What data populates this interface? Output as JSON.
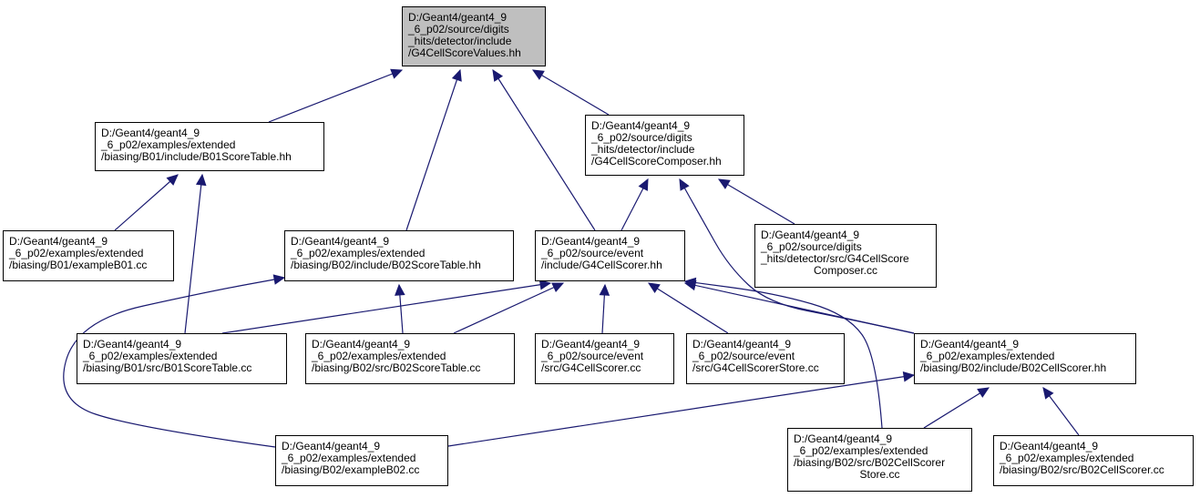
{
  "colors": {
    "edge": "#191970",
    "root_fill": "#bfbfbf",
    "node_fill": "#ffffff",
    "border": "#000000"
  },
  "nodes": {
    "root": [
      "D:/Geant4/geant4_9",
      "_6_p02/source/digits",
      "_hits/detector/include",
      "/G4CellScoreValues.hh"
    ],
    "b01_score_table_hh": [
      "D:/Geant4/geant4_9",
      "_6_p02/examples/extended",
      "/biasing/B01/include/B01ScoreTable.hh"
    ],
    "g4_cell_score_composer_hh": [
      "D:/Geant4/geant4_9",
      "_6_p02/source/digits",
      "_hits/detector/include",
      "/G4CellScoreComposer.hh"
    ],
    "example_b01_cc": [
      "D:/Geant4/geant4_9",
      "_6_p02/examples/extended",
      "/biasing/B01/exampleB01.cc"
    ],
    "b02_score_table_hh": [
      "D:/Geant4/geant4_9",
      "_6_p02/examples/extended",
      "/biasing/B02/include/B02ScoreTable.hh"
    ],
    "g4_cell_scorer_hh": [
      "D:/Geant4/geant4_9",
      "_6_p02/source/event",
      "/include/G4CellScorer.hh"
    ],
    "g4_cell_score_composer_cc": [
      "D:/Geant4/geant4_9",
      "_6_p02/source/digits",
      "_hits/detector/src/G4CellScore",
      "Composer.cc"
    ],
    "b01_score_table_cc": [
      "D:/Geant4/geant4_9",
      "_6_p02/examples/extended",
      "/biasing/B01/src/B01ScoreTable.cc"
    ],
    "b02_score_table_cc": [
      "D:/Geant4/geant4_9",
      "_6_p02/examples/extended",
      "/biasing/B02/src/B02ScoreTable.cc"
    ],
    "g4_cell_scorer_cc": [
      "D:/Geant4/geant4_9",
      "_6_p02/source/event",
      "/src/G4CellScorer.cc"
    ],
    "g4_cell_scorer_store_cc": [
      "D:/Geant4/geant4_9",
      "_6_p02/source/event",
      "/src/G4CellScorerStore.cc"
    ],
    "b02_cell_scorer_hh": [
      "D:/Geant4/geant4_9",
      "_6_p02/examples/extended",
      "/biasing/B02/include/B02CellScorer.hh"
    ],
    "example_b02_cc": [
      "D:/Geant4/geant4_9",
      "_6_p02/examples/extended",
      "/biasing/B02/exampleB02.cc"
    ],
    "b02_cell_scorer_store_cc": [
      "D:/Geant4/geant4_9",
      "_6_p02/examples/extended",
      "/biasing/B02/src/B02CellScorer",
      "Store.cc"
    ],
    "b02_cell_scorer_cc": [
      "D:/Geant4/geant4_9",
      "_6_p02/examples/extended",
      "/biasing/B02/src/B02CellScorer.cc"
    ]
  },
  "edges": [
    {
      "from": "b01_score_table_hh",
      "to": "root"
    },
    {
      "from": "b02_score_table_hh",
      "to": "root"
    },
    {
      "from": "g4_cell_scorer_hh",
      "to": "root"
    },
    {
      "from": "g4_cell_score_composer_hh",
      "to": "root"
    },
    {
      "from": "example_b01_cc",
      "to": "b01_score_table_hh"
    },
    {
      "from": "b01_score_table_cc",
      "to": "b01_score_table_hh"
    },
    {
      "from": "g4_cell_scorer_hh",
      "to": "g4_cell_score_composer_hh"
    },
    {
      "from": "b02_cell_scorer_hh",
      "to": "g4_cell_score_composer_hh"
    },
    {
      "from": "g4_cell_score_composer_cc",
      "to": "g4_cell_score_composer_hh"
    },
    {
      "from": "example_b02_cc",
      "to": "b02_score_table_hh"
    },
    {
      "from": "b02_score_table_cc",
      "to": "b02_score_table_hh"
    },
    {
      "from": "b01_score_table_cc",
      "to": "g4_cell_scorer_hh"
    },
    {
      "from": "b02_score_table_cc",
      "to": "g4_cell_scorer_hh"
    },
    {
      "from": "g4_cell_scorer_cc",
      "to": "g4_cell_scorer_hh"
    },
    {
      "from": "g4_cell_scorer_store_cc",
      "to": "g4_cell_scorer_hh"
    },
    {
      "from": "b02_cell_scorer_hh",
      "to": "g4_cell_scorer_hh"
    },
    {
      "from": "b02_cell_scorer_store_cc",
      "to": "g4_cell_scorer_hh"
    },
    {
      "from": "example_b02_cc",
      "to": "b02_cell_scorer_hh"
    },
    {
      "from": "b02_cell_scorer_store_cc",
      "to": "b02_cell_scorer_hh"
    },
    {
      "from": "b02_cell_scorer_cc",
      "to": "b02_cell_scorer_hh"
    }
  ]
}
